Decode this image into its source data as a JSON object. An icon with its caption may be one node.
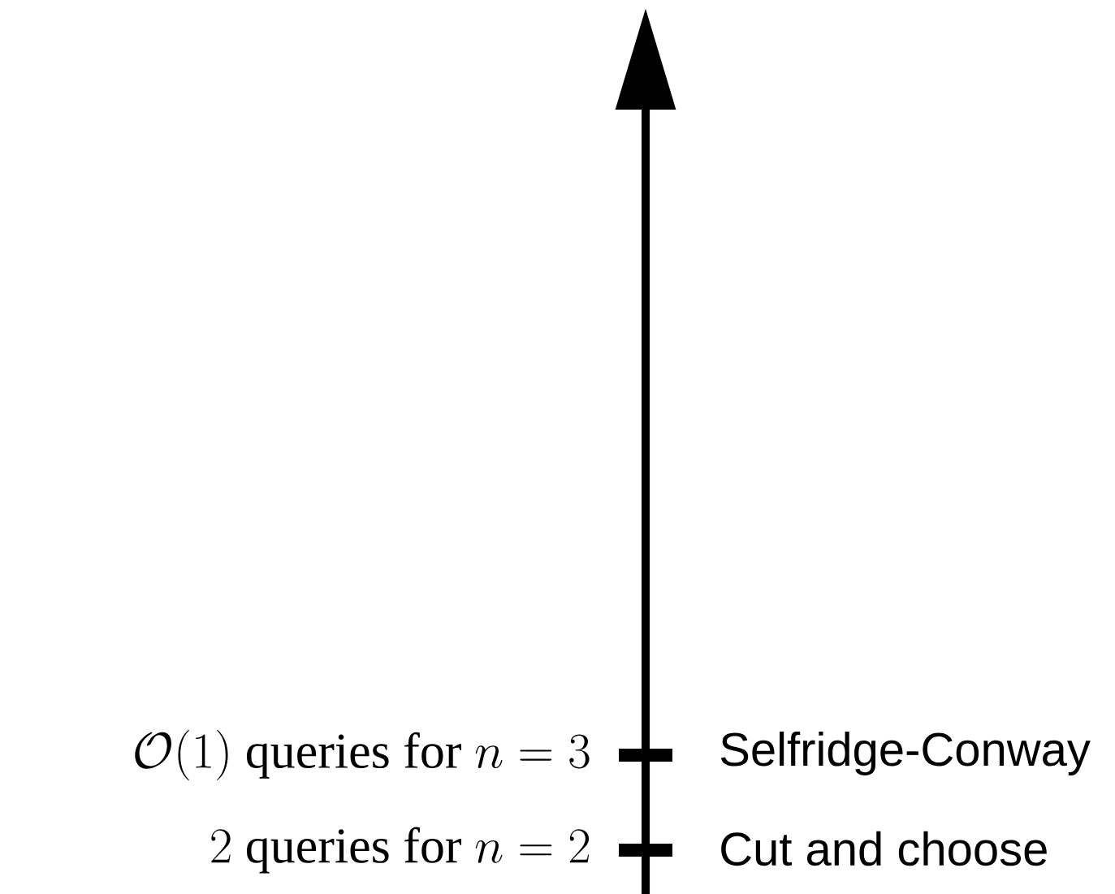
{
  "diagram": {
    "labels": [
      "\\mathcal{O}(1)\\ \\text{queries for}\\ n = 3",
      "Selfridge-Conway",
      "2\\ \\text{queries for}\\ n = 2",
      "Cut and choose"
    ]
  }
}
